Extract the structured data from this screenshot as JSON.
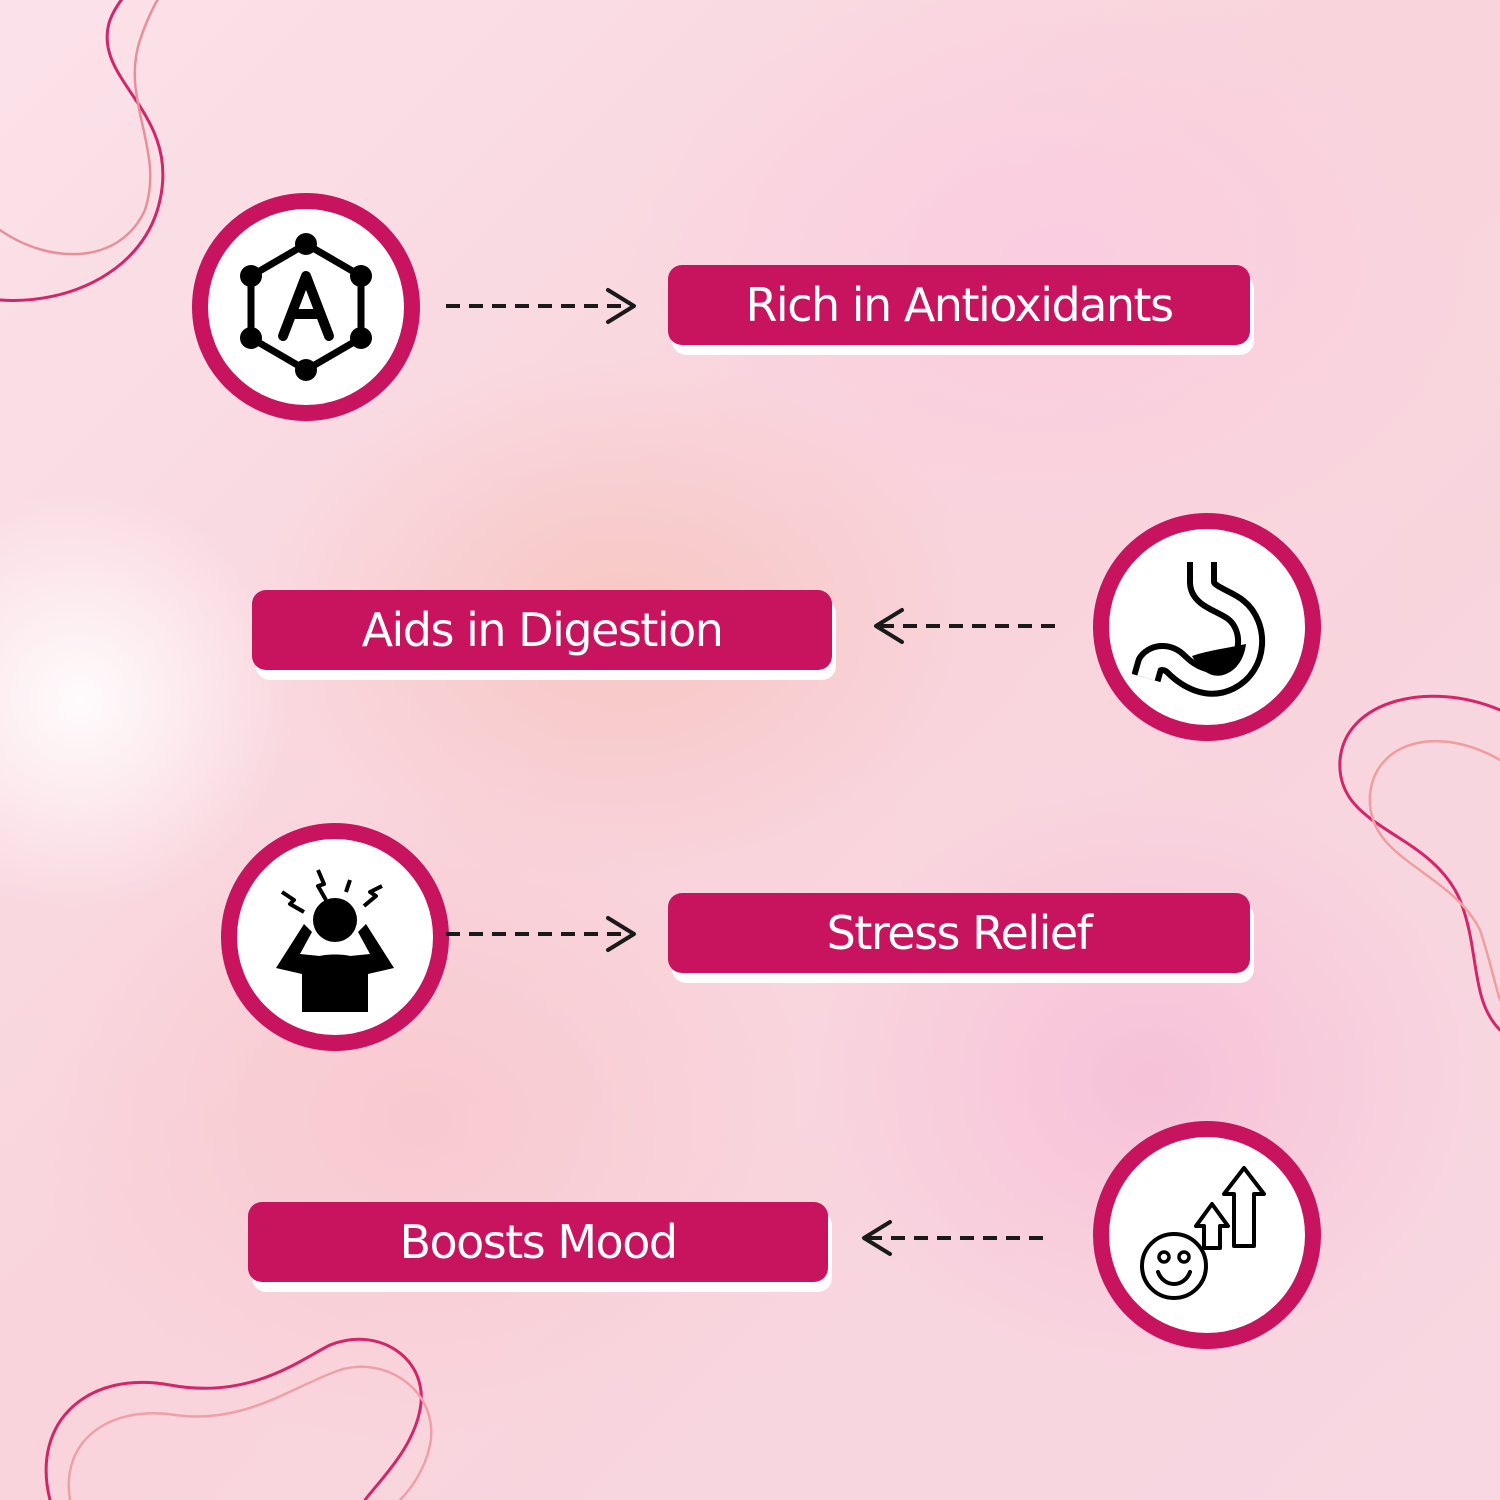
{
  "colors": {
    "accent": "#c8135e",
    "line": "#d4246a",
    "text_on_accent": "#ffffff",
    "icon": "#000000"
  },
  "benefits": [
    {
      "label": "Rich in Antioxidants",
      "icon": "antioxidant-icon",
      "arrow": "right"
    },
    {
      "label": "Aids in Digestion",
      "icon": "stomach-icon",
      "arrow": "left"
    },
    {
      "label": "Stress Relief",
      "icon": "stressed-person-icon",
      "arrow": "right"
    },
    {
      "label": "Boosts Mood",
      "icon": "mood-boost-icon",
      "arrow": "left"
    }
  ]
}
